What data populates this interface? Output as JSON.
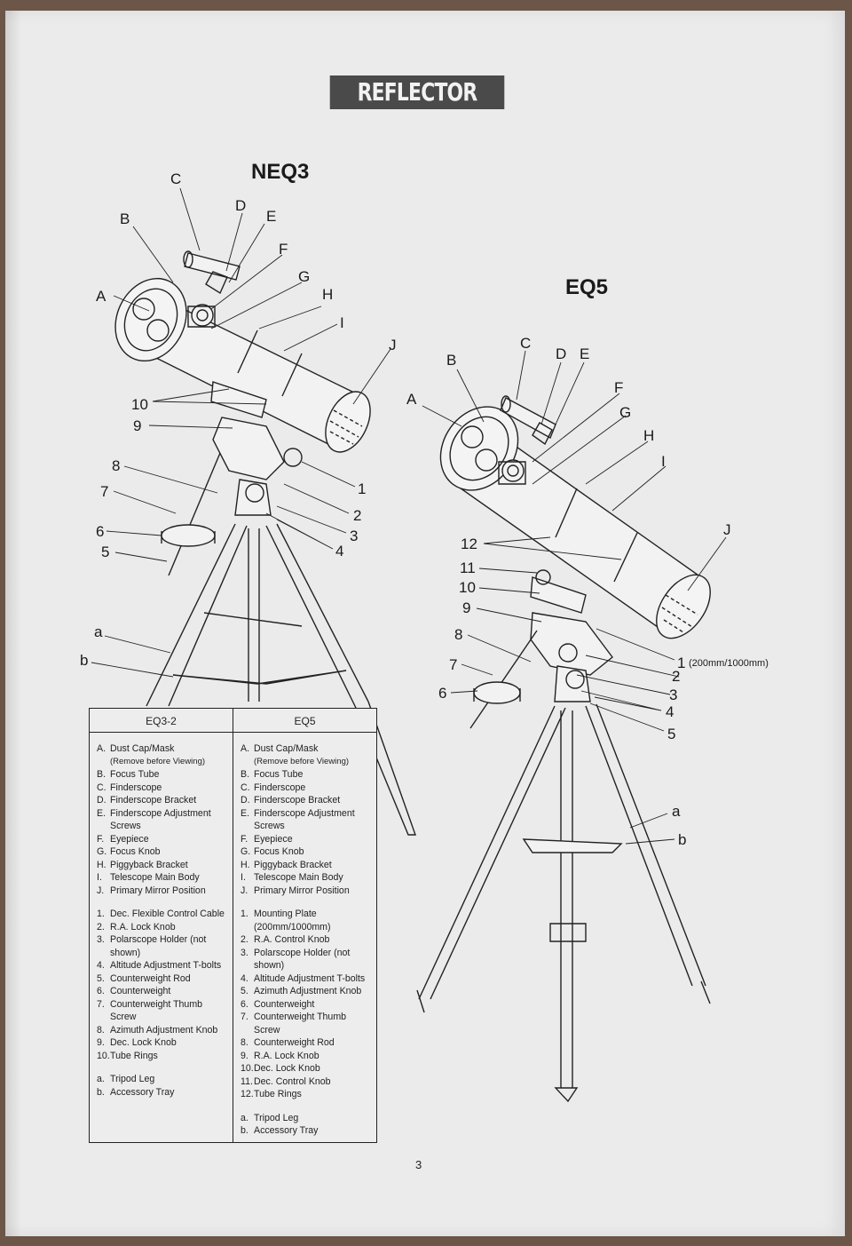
{
  "banner": "REFLECTOR",
  "page_number": "3",
  "neq3": {
    "title": "NEQ3",
    "letters": [
      "A",
      "B",
      "C",
      "D",
      "E",
      "F",
      "G",
      "H",
      "I",
      "J"
    ],
    "numbers": [
      "1",
      "2",
      "3",
      "4",
      "5",
      "6",
      "7",
      "8",
      "9",
      "10"
    ],
    "tripod": [
      "a",
      "b"
    ]
  },
  "eq5": {
    "title": "EQ5",
    "letters": [
      "A",
      "B",
      "C",
      "D",
      "E",
      "F",
      "G",
      "H",
      "I",
      "J"
    ],
    "numbers": [
      "1",
      "2",
      "3",
      "4",
      "5",
      "6",
      "7",
      "8",
      "9",
      "10",
      "11",
      "12"
    ],
    "tripod": [
      "a",
      "b"
    ],
    "note_1": "(200mm/1000mm)"
  },
  "legend": {
    "left": {
      "header": "EQ3-2",
      "letters": [
        {
          "k": "A.",
          "t": "Dust Cap/Mask",
          "s": "(Remove before Viewing)"
        },
        {
          "k": "B.",
          "t": "Focus Tube"
        },
        {
          "k": "C.",
          "t": "Finderscope"
        },
        {
          "k": "D.",
          "t": "Finderscope Bracket"
        },
        {
          "k": "E.",
          "t": "Finderscope Adjustment Screws"
        },
        {
          "k": "F.",
          "t": "Eyepiece"
        },
        {
          "k": "G.",
          "t": "Focus Knob"
        },
        {
          "k": "H.",
          "t": "Piggyback Bracket"
        },
        {
          "k": "I.",
          "t": "Telescope Main Body"
        },
        {
          "k": "J.",
          "t": "Primary Mirror Position"
        }
      ],
      "numbers": [
        {
          "k": "1.",
          "t": "Dec. Flexible Control Cable"
        },
        {
          "k": "2.",
          "t": "R.A. Lock Knob"
        },
        {
          "k": "3.",
          "t": "Polarscope Holder (not shown)"
        },
        {
          "k": "4.",
          "t": "Altitude Adjustment T-bolts"
        },
        {
          "k": "5.",
          "t": "Counterweight Rod"
        },
        {
          "k": "6.",
          "t": "Counterweight"
        },
        {
          "k": "7.",
          "t": "Counterweight Thumb Screw"
        },
        {
          "k": "8.",
          "t": "Azimuth Adjustment Knob"
        },
        {
          "k": "9.",
          "t": "Dec. Lock Knob"
        },
        {
          "k": "10.",
          "t": "Tube Rings"
        }
      ],
      "tripod": [
        {
          "k": "a.",
          "t": "Tripod Leg"
        },
        {
          "k": "b.",
          "t": "Accessory Tray"
        }
      ]
    },
    "right": {
      "header": "EQ5",
      "letters": [
        {
          "k": "A.",
          "t": "Dust Cap/Mask",
          "s": "(Remove before Viewing)"
        },
        {
          "k": "B.",
          "t": "Focus Tube"
        },
        {
          "k": "C.",
          "t": "Finderscope"
        },
        {
          "k": "D.",
          "t": "Finderscope Bracket"
        },
        {
          "k": "E.",
          "t": "Finderscope Adjustment Screws"
        },
        {
          "k": "F.",
          "t": "Eyepiece"
        },
        {
          "k": "G.",
          "t": "Focus Knob"
        },
        {
          "k": "H.",
          "t": "Piggyback Bracket"
        },
        {
          "k": "I.",
          "t": "Telescope Main Body"
        },
        {
          "k": "J.",
          "t": "Primary Mirror Position"
        }
      ],
      "numbers": [
        {
          "k": "1.",
          "t": "Mounting Plate (200mm/1000mm)"
        },
        {
          "k": "2.",
          "t": "R.A. Control Knob"
        },
        {
          "k": "3.",
          "t": "Polarscope Holder (not shown)"
        },
        {
          "k": "4.",
          "t": "Altitude Adjustment T-bolts"
        },
        {
          "k": "5.",
          "t": "Azimuth Adjustment Knob"
        },
        {
          "k": "6.",
          "t": "Counterweight"
        },
        {
          "k": "7.",
          "t": "Counterweight Thumb Screw"
        },
        {
          "k": "8.",
          "t": "Counterweight Rod"
        },
        {
          "k": "9.",
          "t": "R.A. Lock Knob"
        },
        {
          "k": "10.",
          "t": "Dec. Lock Knob"
        },
        {
          "k": "11.",
          "t": "Dec. Control Knob"
        },
        {
          "k": "12.",
          "t": "Tube Rings"
        }
      ],
      "tripod": [
        {
          "k": "a.",
          "t": "Tripod Leg"
        },
        {
          "k": "b.",
          "t": "Accessory Tray"
        }
      ]
    }
  }
}
